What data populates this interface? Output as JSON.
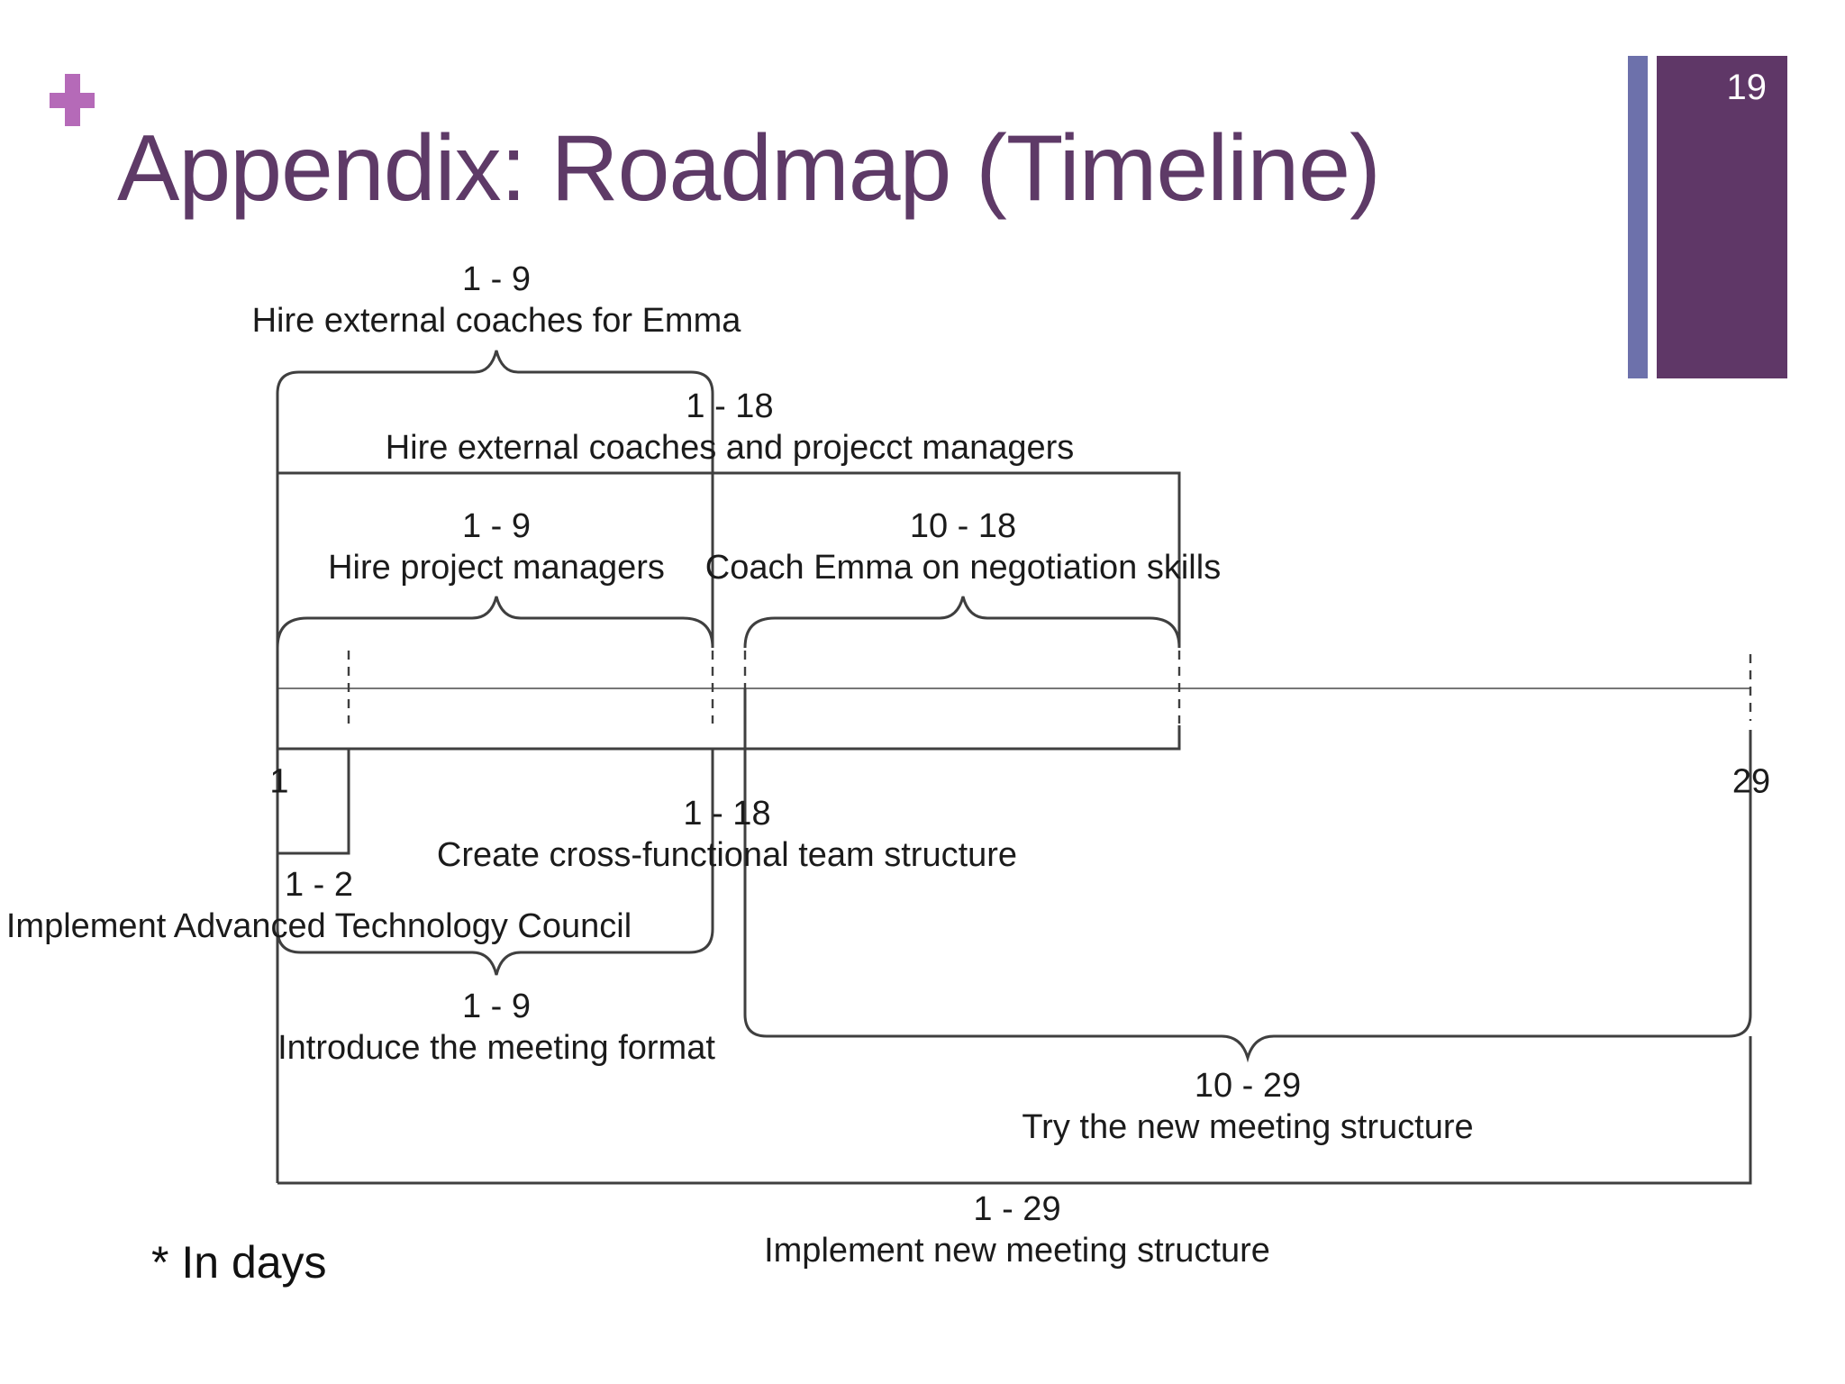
{
  "slide": {
    "title": "Appendix: Roadmap (Timeline)",
    "page_number": "19",
    "footnote": "* In days",
    "accent_colors": {
      "title_purple": "#5e3a67",
      "plus_purple": "#b56ab8",
      "bar_blue": "#6d71ab",
      "bar_purple": "#5f3767",
      "line_gray": "#3f3f3f"
    }
  },
  "chart_data": {
    "type": "timeline",
    "unit": "days",
    "axis": {
      "start": 1,
      "end": 29,
      "start_label": "1",
      "end_label": "29"
    },
    "tasks": [
      {
        "range": "1 - 9",
        "label": "Hire external coaches for Emma",
        "start": 1,
        "end": 9,
        "position": "above-axis"
      },
      {
        "range": "1 - 18",
        "label": "Hire external coaches and projecct managers",
        "start": 1,
        "end": 18,
        "position": "above-axis"
      },
      {
        "range": "1 - 9",
        "label": "Hire project managers",
        "start": 1,
        "end": 9,
        "position": "above-axis"
      },
      {
        "range": "10 - 18",
        "label": "Coach Emma on negotiation skills",
        "start": 10,
        "end": 18,
        "position": "above-axis"
      },
      {
        "range": "1 - 18",
        "label": "Create cross-functional team structure",
        "start": 1,
        "end": 18,
        "position": "below-axis"
      },
      {
        "range": "1 - 2",
        "label": "Implement Advanced Technology Council",
        "start": 1,
        "end": 2,
        "position": "below-axis"
      },
      {
        "range": "1 - 9",
        "label": "Introduce the meeting format",
        "start": 1,
        "end": 9,
        "position": "below-axis"
      },
      {
        "range": "10 - 29",
        "label": "Try the new meeting structure",
        "start": 10,
        "end": 29,
        "position": "below-axis"
      },
      {
        "range": "1 - 29",
        "label": "Implement new meeting structure",
        "start": 1,
        "end": 29,
        "position": "below-axis"
      }
    ]
  },
  "labels": {
    "t1_range": "1 - 9",
    "t1_task": "Hire external coaches for Emma",
    "t2_range": "1 - 18",
    "t2_task": "Hire external coaches and projecct managers",
    "t3_range": "1 - 9",
    "t3_task": "Hire project managers",
    "t4_range": "10 - 18",
    "t4_task": "Coach Emma on negotiation skills",
    "t5_range": "1 - 18",
    "t5_task": "Create cross-functional team structure",
    "t6_range": "1 - 2",
    "t6_task": "Implement Advanced Technology Council",
    "t7_range": "1 - 9",
    "t7_task": "Introduce the meeting format",
    "t8_range": "10 - 29",
    "t8_task": "Try the new meeting structure",
    "t9_range": "1 - 29",
    "t9_task": "Implement new meeting structure",
    "axis_start": "1",
    "axis_end": "29"
  }
}
